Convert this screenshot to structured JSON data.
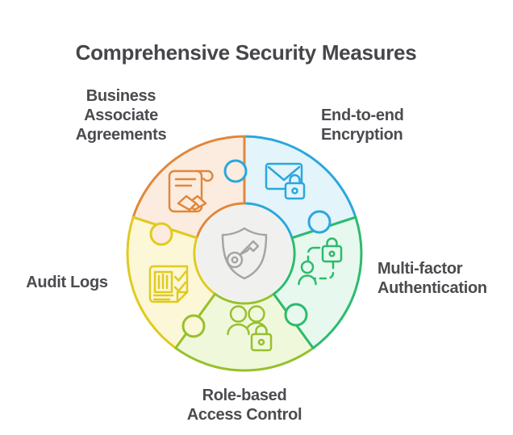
{
  "background": "#ffffff",
  "title": {
    "text": "Comprehensive Security Measures",
    "color": "#46464a"
  },
  "label_color": "#4b4b50",
  "center": {
    "icon": "shield-key-icon",
    "color": "#a5a5a5",
    "bg": "#f0f0ee"
  },
  "segments": [
    {
      "label": "Business Associate Agreements",
      "position": "top-left",
      "color": "#e0873b",
      "fill": "#fcecdf",
      "icon": "contract-handshake-icon"
    },
    {
      "label": "End-to-end Encryption",
      "position": "top-right",
      "color": "#2aa7dd",
      "fill": "#e3f4fb",
      "icon": "encrypted-mail-icon"
    },
    {
      "label": "Multi-factor Authentication",
      "position": "right",
      "color": "#2cbb6d",
      "fill": "#e7f8ee",
      "icon": "user-lock-icon"
    },
    {
      "label": "Role-based Access Control",
      "position": "bottom",
      "color": "#97c02e",
      "fill": "#f0f8dc",
      "icon": "users-lock-icon"
    },
    {
      "label": "Audit Logs",
      "position": "left",
      "color": "#e0ca20",
      "fill": "#fcf7d6",
      "icon": "audit-document-icon"
    }
  ]
}
